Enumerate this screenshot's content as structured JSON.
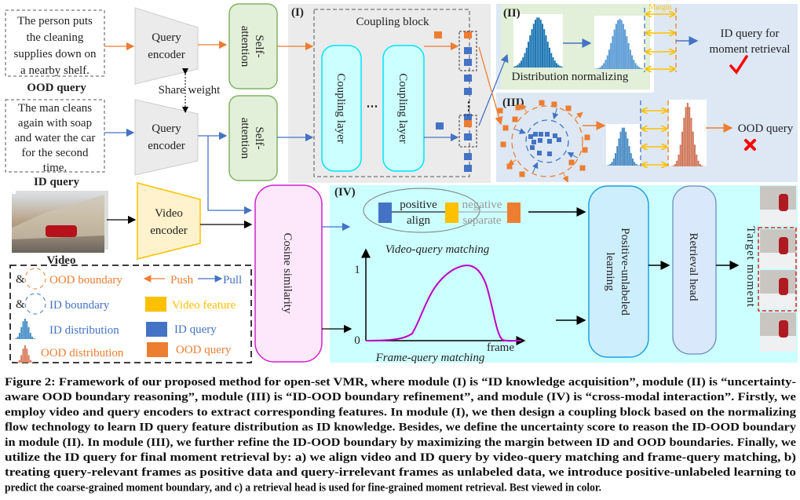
{
  "queries": {
    "ood_text": [
      "The person puts",
      "the cleaning",
      "supplies down on",
      "a nearby shelf."
    ],
    "ood_label": "OOD query",
    "id_text": [
      "The man cleans",
      "again with soap",
      "and water the car",
      "for the second",
      "time."
    ],
    "id_label": "ID query",
    "video_label": "Video"
  },
  "encoders": {
    "query_encoder": [
      "Query",
      "encoder"
    ],
    "share_weight": "Share weight",
    "video_encoder": [
      "Video",
      "encoder"
    ],
    "self_attention": [
      "Self-",
      "attention"
    ]
  },
  "module1": {
    "tag": "(I)",
    "coupling_block": "Coupling block",
    "coupling_layer": "Coupling layer",
    "ellipsis": "⋯",
    "vertical_ellipsis": "⋮"
  },
  "module2": {
    "tag": "(II)",
    "distribution_normalizing": "Distribution normalizing",
    "margin": "Margin",
    "id_result": [
      "ID query for",
      "moment retrieval"
    ],
    "check_icon": "check-icon"
  },
  "module3": {
    "tag": "(III)",
    "ood_result": "OOD query",
    "cross_icon": "cross-icon"
  },
  "module4": {
    "tag": "(IV)",
    "positive": "positive",
    "align": "align",
    "negative": "negative",
    "separate": "separate",
    "video_query_matching": "Video-query matching",
    "frame_query_matching": "Frame-query matching",
    "y_one": "1",
    "y_zero": "0",
    "x_label": "frame",
    "cosine_similarity": "Cosine similarity",
    "pu_learning": [
      "Positive-unlabeled",
      "learning"
    ],
    "retrieval_head": "Retrieval head",
    "target_moment": "Target moment"
  },
  "legend": {
    "amp": "&",
    "ood_boundary": "OOD boundary",
    "id_boundary": "ID boundary",
    "id_distribution": "ID distribution",
    "ood_distribution": "OOD distribution",
    "push": "Push",
    "pull": "Pull",
    "video_feature": "Video feature",
    "id_query": "ID query",
    "ood_query": "OOD query"
  },
  "colors": {
    "ood": "#ed7d31",
    "id": "#4472c4",
    "video": "#ffc000",
    "self_attention_fill": "#e2efd9",
    "module4_bg": "#ccffff",
    "module23_bg": "#dde8f4",
    "cosine": "#d020d0",
    "curve": "#c000c0"
  },
  "caption": [
    "Figure 2: Framework of our proposed method for open-set VMR, where module (I) is “ID knowledge acquisition”, module (II) is “uncertainty-",
    "aware OOD boundary reasoning”, module (III) is “ID-OOD boundary refinement”, and module (IV) is “cross-modal interaction”. Firstly, we",
    "employ video and query encoders to extract corresponding features. In module (I), we then design a coupling block based on the normalizing",
    "flow technology to learn ID query feature distribution as ID knowledge. Besides, we define the uncertainty score to reason the ID-OOD boundary",
    "in module (II). In module (III), we further refine the ID-OOD boundary by maximizing the margin between ID and OOD boundaries. Finally, we",
    "utilize the ID query for final moment retrieval by: a) we align video and ID query by video-query matching and frame-query matching, b)",
    "treating query-relevant frames as positive data and query-irrelevant frames as unlabeled data, we introduce positive-unlabeled learning to",
    "predict the coarse-grained moment boundary, and c) a retrieval head is used for fine-grained moment retrieval. Best viewed in color."
  ]
}
